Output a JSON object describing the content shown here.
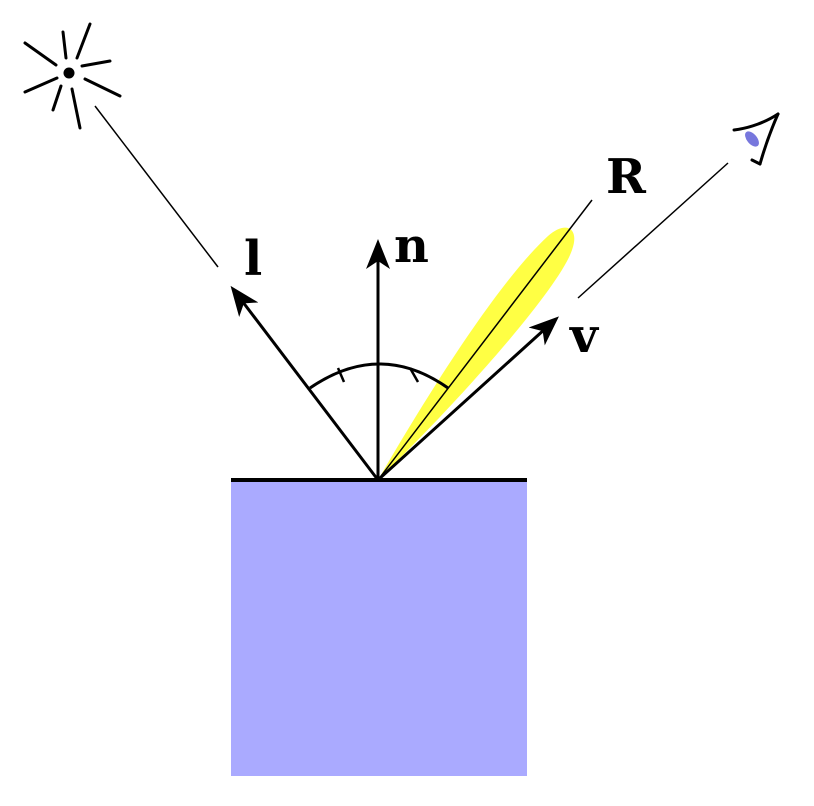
{
  "labels": {
    "light": "l",
    "normal": "n",
    "reflection": "R",
    "view": "v"
  },
  "icons": {
    "light_source": "sun-light-source-icon",
    "viewer": "eye-icon"
  },
  "colors": {
    "surface": "#aaaaff",
    "specular_lobe": "#ffff44",
    "eye_pupil": "#7777dd",
    "stroke": "#000000",
    "background": "#ffffff"
  }
}
